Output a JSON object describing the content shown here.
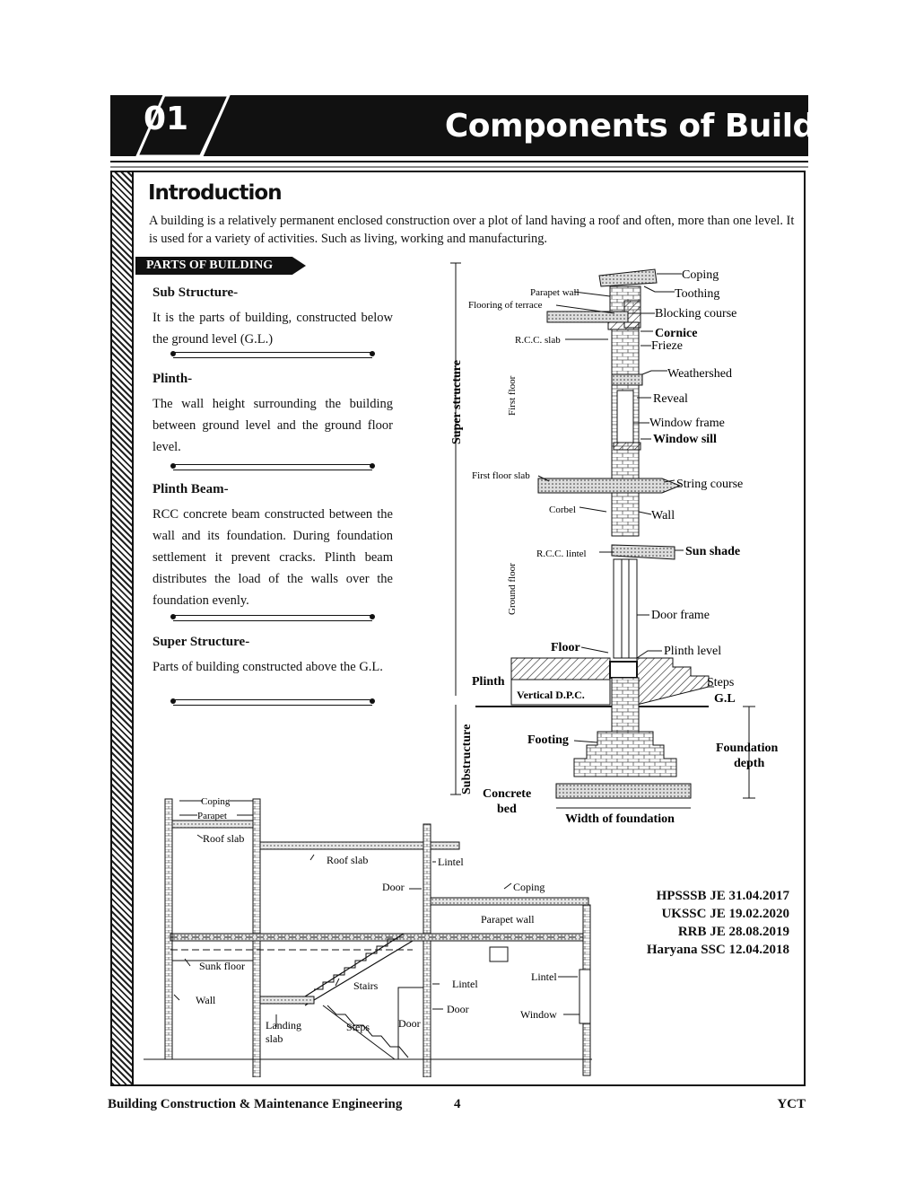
{
  "header": {
    "chapter_number": "01",
    "title": "Components of Buildings"
  },
  "intro": {
    "heading": "Introduction",
    "text": "A building is a relatively permanent enclosed construction over a plot of land having a roof and often, more than one level. It is used for a variety of activities. Such as living, working and manufacturing."
  },
  "parts": {
    "tag": "PARTS OF BUILDING",
    "sections": [
      {
        "heading": "Sub Structure-",
        "text": "It is the parts of building, constructed below the ground level (G.L.)"
      },
      {
        "heading": "Plinth-",
        "text": "The wall height surrounding the building between ground level and the ground floor level."
      },
      {
        "heading": "Plinth Beam-",
        "text": "RCC concrete beam constructed between the wall and its foundation. During foundation settlement it prevent cracks.  Plinth beam distributes the load of the walls over the foundation evenly."
      },
      {
        "heading": "Super Structure-",
        "text": "Parts of building constructed above the G.L."
      }
    ]
  },
  "section_diagram": {
    "labels": {
      "coping": "Coping",
      "parapet_wall": "Parapet wall",
      "toothing": "Toothing",
      "flooring_terrace": "Flooring of terrace",
      "blocking_course": "Blocking course",
      "cornice": "Cornice",
      "rcc_slab": "R.C.C. slab",
      "frieze": "Frieze",
      "weathershed": "Weathershed",
      "reveal": "Reveal",
      "window_frame": "Window frame",
      "window_sill": "Window sill",
      "first_floor_slab": "First floor slab",
      "string_course": "String course",
      "corbel": "Corbel",
      "wall": "Wall",
      "rcc_lintel": "R.C.C. lintel",
      "sun_shade": "Sun shade",
      "door_frame": "Door frame",
      "floor": "Floor",
      "plinth_level": "Plinth level",
      "plinth": "Plinth",
      "vertical_dpc": "Vertical D.P.C.",
      "steps": "Steps",
      "gl": "G.L",
      "footing": "Footing",
      "foundation_depth_1": "Foundation",
      "foundation_depth_2": "depth",
      "concrete_1": "Concrete",
      "concrete_2": "bed",
      "width_foundation": "Width of foundation",
      "super_structure": "Super structure",
      "substructure": "Substructure",
      "first_floor": "First floor",
      "ground_floor": "Ground floor"
    }
  },
  "elevation_diagram": {
    "labels": {
      "coping": "Coping",
      "parapet": "Parapet",
      "roof_slab_1": "Roof slab",
      "roof_slab_2": "Roof slab",
      "lintel_1": "Lintel",
      "door_1": "Door",
      "coping_2": "Coping",
      "parapet_wall": "Parapet wall",
      "sunk_floor": "Sunk floor",
      "stairs": "Stairs",
      "lintel_2": "Lintel",
      "lintel_3": "Lintel",
      "wall": "Wall",
      "door_2": "Door",
      "window": "Window",
      "landing_1": "Landing",
      "landing_2": "slab",
      "steps": "Steps",
      "door_3": "Door"
    }
  },
  "exams": [
    "HPSSSB JE 31.04.2017",
    "UKSSC JE 19.02.2020",
    "RRB JE 28.08.2019",
    "Haryana SSC 12.04.2018"
  ],
  "footer": {
    "book": "Building Construction & Maintenance Engineering",
    "page": "4",
    "publisher": "YCT"
  }
}
